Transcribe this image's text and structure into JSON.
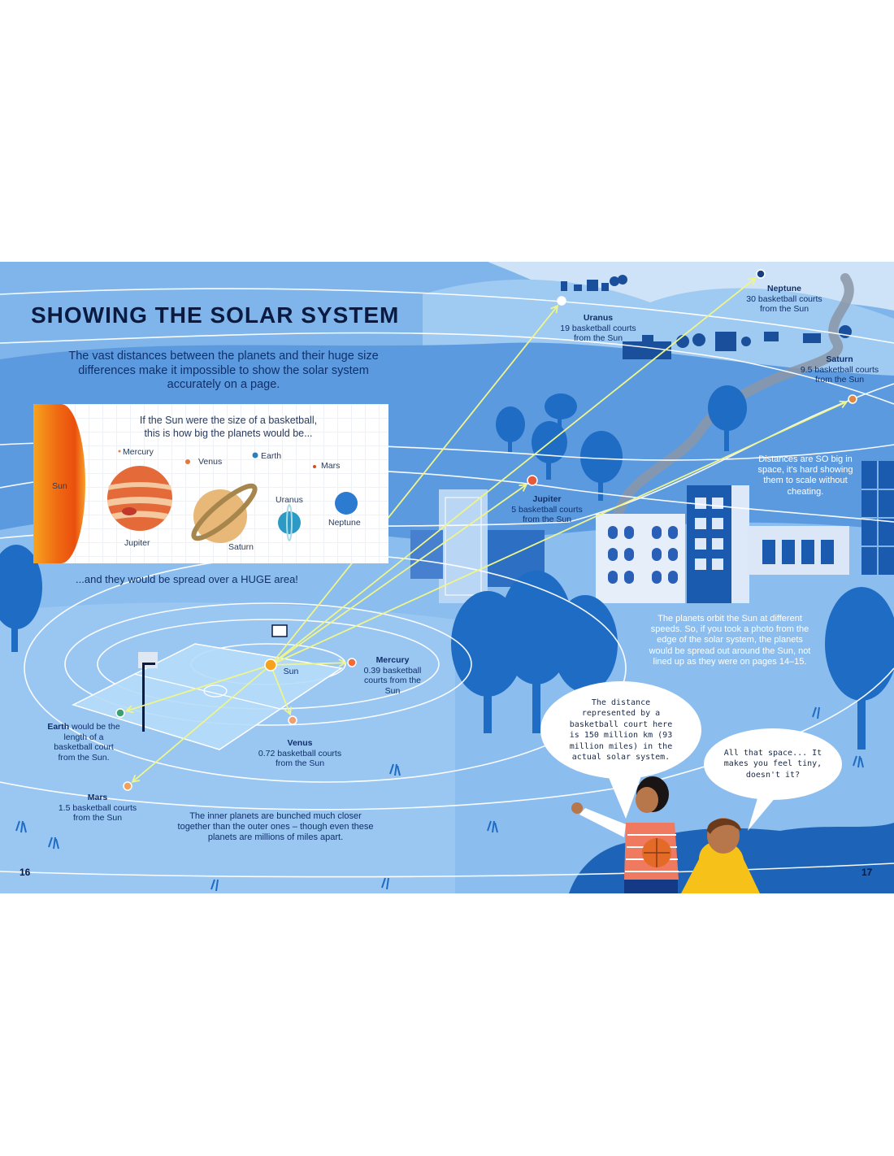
{
  "title": "SHOWING THE SOLAR SYSTEM",
  "intro": "The vast distances between the planets and their huge size differences make it impossible to show the solar system accurately on a page.",
  "panel": {
    "caption": "If the Sun were the size of a basketball, this is how big the planets would be...",
    "labels": {
      "sun": "Sun",
      "mercury": "Mercury",
      "venus": "Venus",
      "earth": "Earth",
      "mars": "Mars",
      "jupiter": "Jupiter",
      "saturn": "Saturn",
      "uranus": "Uranus",
      "neptune": "Neptune"
    }
  },
  "spread_text": "...and they would be spread over a HUGE area!",
  "court": {
    "sun_label": "Sun"
  },
  "distances": {
    "mercury": {
      "name": "Mercury",
      "text": "0.39 basketball courts from the Sun"
    },
    "venus": {
      "name": "Venus",
      "text": "0.72 basketball courts from the Sun"
    },
    "earth": {
      "name": "Earth",
      "text": "would be the length of a basketball court from the Sun."
    },
    "mars": {
      "name": "Mars",
      "text": "1.5 basketball courts from the Sun"
    },
    "jupiter": {
      "name": "Jupiter",
      "text": "5 basketball courts from the Sun"
    },
    "saturn": {
      "name": "Saturn",
      "text": "9.5 basketball courts from the Sun"
    },
    "uranus": {
      "name": "Uranus",
      "text": "19 basketball courts from the Sun"
    },
    "neptune": {
      "name": "Neptune",
      "text": "30 basketball courts from the Sun"
    }
  },
  "notes": {
    "cheating": "Distances are SO big in space, it's hard showing them to scale without cheating.",
    "orbit_speeds": "The planets orbit the Sun at different speeds. So, if you took a photo from the edge of the solar system, the planets would be spread out around the Sun, not lined up as they were on pages 14–15.",
    "inner_planets": "The inner planets are bunched much closer together than the outer ones – though even these planets are millions of miles apart."
  },
  "bubbles": {
    "girl": "The distance represented by a basketball court here is 150 million km (93 million miles) in the actual solar system.",
    "boy": "All that space... It makes you feel tiny, doesn't it?"
  },
  "page_numbers": {
    "left": "16",
    "right": "17"
  },
  "colors": {
    "sky": "#7fb5ea",
    "dark_blue": "#1d64b8",
    "navy": "#0b1a40",
    "arrow": "#eef58a",
    "sun": "#f6a21c"
  }
}
